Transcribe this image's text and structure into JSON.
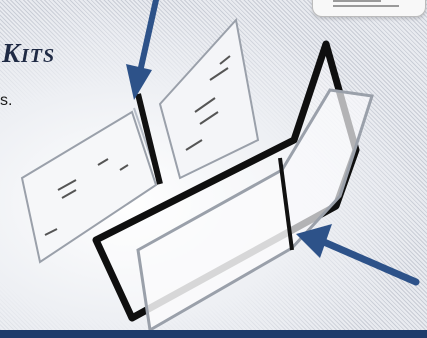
{
  "heading": {
    "first": "K",
    "rest": "ITS"
  },
  "subtext": "s.",
  "colors": {
    "arrow": "#2d5289",
    "frame": "#111111",
    "bar": "#1f3c6b",
    "title": "#1f2a44"
  },
  "icons": {
    "arrows": "arrow-icon"
  }
}
